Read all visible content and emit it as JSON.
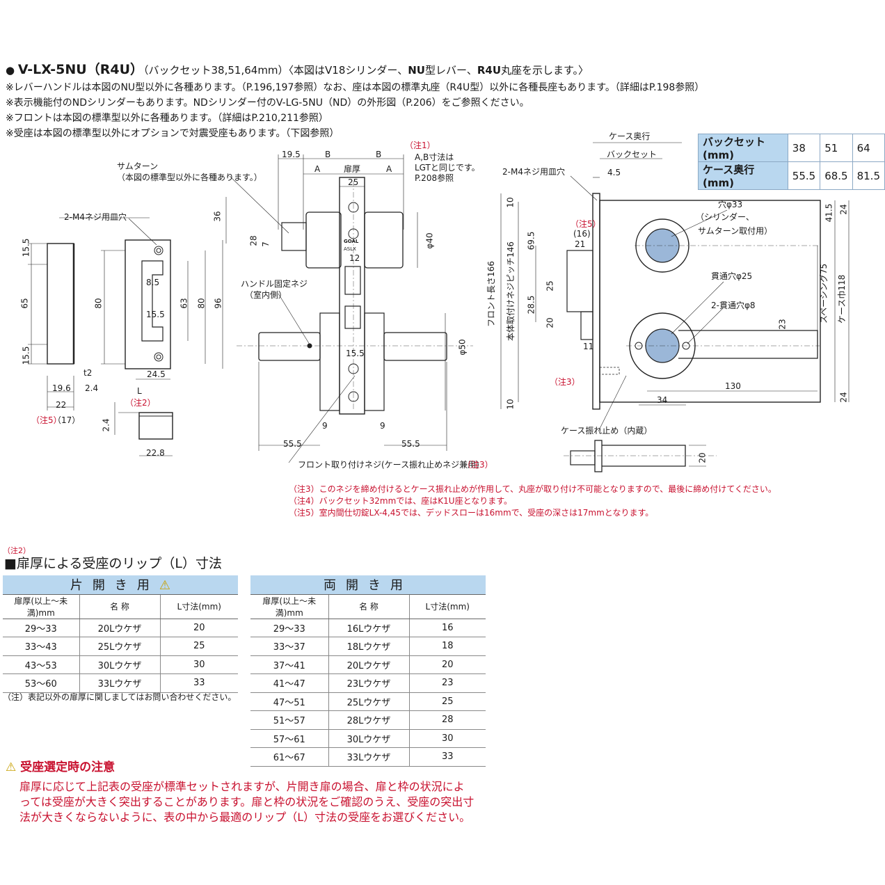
{
  "title": {
    "model": "V-LX-5NU（R4U）",
    "backset": "（バックセット38,51,64mm）",
    "desc_a": "〈本図はV18シリンダー、",
    "desc_nu": "NU",
    "desc_b": "型レバー、",
    "desc_r4u": "R4U",
    "desc_c": "丸座を示します。〉"
  },
  "notes": [
    "※レバーハンドルは本図のNU型以外に各種あります。（P.196,197参照）なお、座は本図の標準丸座（R4U型）以外に各種長座もあります。（詳細はP.198参照）",
    "※表示機能付のNDシリンダーもあります。NDシリンダー付のV-LG-5NU（ND）の外形図（P.206）をご参照ください。",
    "※フロントは本図の標準型以外に各種あります。（詳細はP.210,211参照）",
    "※受座は本図の標準型以外にオプションで対震受座もあります。（下図参照）"
  ],
  "backset_table": {
    "row1_label": "バックセット(mm)",
    "row1": [
      "38",
      "51",
      "64"
    ],
    "row2_label": "ケース奥行(mm)",
    "row2": [
      "55.5",
      "68.5",
      "81.5"
    ]
  },
  "labels": {
    "thumbturn": "サムターン",
    "thumbturn_sub": "（本図の標準型以外に各種あります。）",
    "m4_left": "2-M4ネジ用皿穴",
    "m4_right": "2-M4ネジ用皿穴",
    "handle_screw": "ハンドル固定ネジ",
    "handle_screw_sub": "（室内側）",
    "note1_mark": "（注1）",
    "note1_a": "A,B寸法は",
    "note1_b": "LGTと同じです。",
    "note1_c": "P.208参照",
    "note2_mark": "（注2）",
    "note3_mark_a": "（注3）",
    "note5_mark_a": "（注5）",
    "note5_mark_b": "（注5）",
    "front_screw": "フロント取り付けネジ(ケース振れ止めネジ兼用)",
    "front_screw_note": "（注3）",
    "case_depth": "ケース奥行",
    "backset": "バックセット",
    "hole33": "穴φ33",
    "hole33_sub": "（シリンダー、",
    "hole33_sub2": "サムターン取付用）",
    "through25": "貫通穴φ25",
    "through8": "2-貫通穴φ8",
    "case_anti": "ケース振れ止め（内蔵）",
    "front_len": "フロント長さ166",
    "body_pitch": "本体取付けネジピッチ146",
    "spacing": "スペーシング75",
    "case_width": "ケース巾118",
    "logo_a": "GOAL",
    "logo_b": "ASLX"
  },
  "dims": {
    "d19_5": "19.5",
    "dB1": "B",
    "dB2": "B",
    "dA1": "A",
    "dA2": "A",
    "door": "扉厚",
    "d25": "25",
    "d36": "36",
    "d28": "28",
    "d7": "7",
    "d12": "12",
    "phi40": "φ40",
    "d15_5a": "15.5",
    "d65": "65",
    "d15_5b": "15.5",
    "d80a": "80",
    "d8_5": "8.5",
    "d15_5c": "15.5",
    "d63": "63",
    "d80b": "80",
    "d96": "96",
    "d24_5": "24.5",
    "dt2": "t2",
    "d19_6": "19.6",
    "d2_4a": "2.4",
    "d22": "22",
    "d17": "（17）",
    "dL": "L",
    "d2_4b": "2.4",
    "d22_8": "22.8",
    "d15_5d": "15.5",
    "phi50": "φ50",
    "d9a": "9",
    "d9b": "9",
    "d55_5a": "55.5",
    "d55_5b": "55.5",
    "d4_5": "4.5",
    "d10a": "10",
    "d69_5": "69.5",
    "d16": "(16)",
    "d21": "21",
    "d25b": "25",
    "d28_5": "28.5",
    "d20a": "20",
    "d11": "11",
    "d41_5": "41.5",
    "d24a": "24",
    "d23": "23",
    "d130": "130",
    "d34": "34",
    "d10b": "10",
    "d24b": "24",
    "d20b": "20"
  },
  "footnotes": [
    "（注3）このネジを締め付けるとケース振れ止めが作用して、丸座が取り付け不可能となりますので、最後に締め付けてください。",
    "（注4）バックセット32mmでは、座はK1U座となります。",
    "（注5）室内間仕切錠LX-4,45では、デッドスローは16mmで、受座の深さは17mmとなります。"
  ],
  "section": {
    "note_mark": "（注2）",
    "title": "■扉厚による受座のリップ（L）寸法"
  },
  "table_single": {
    "header": "片開き用",
    "cols": [
      "扉厚(以上〜未満)mm",
      "名 称",
      "L寸法(mm)"
    ],
    "rows": [
      [
        "29〜33",
        "20Lウケザ",
        "20"
      ],
      [
        "33〜43",
        "25Lウケザ",
        "25"
      ],
      [
        "43〜53",
        "30Lウケザ",
        "30"
      ],
      [
        "53〜60",
        "33Lウケザ",
        "33"
      ]
    ],
    "footnote": "（注）表記以外の扉厚に関しましてはお問い合わせください。"
  },
  "table_double": {
    "header": "両開き用",
    "cols": [
      "扉厚(以上〜未満)mm",
      "名 称",
      "L寸法(mm)"
    ],
    "rows": [
      [
        "29〜33",
        "16Lウケザ",
        "16"
      ],
      [
        "33〜37",
        "18Lウケザ",
        "18"
      ],
      [
        "37〜41",
        "20Lウケザ",
        "20"
      ],
      [
        "41〜47",
        "23Lウケザ",
        "23"
      ],
      [
        "47〜51",
        "25Lウケザ",
        "25"
      ],
      [
        "51〜57",
        "28Lウケザ",
        "28"
      ],
      [
        "57〜61",
        "30Lウケザ",
        "30"
      ],
      [
        "61〜67",
        "33Lウケザ",
        "33"
      ]
    ]
  },
  "caution": {
    "title": "受座選定時の注意",
    "lines": [
      "扉厚に応じて上記表の受座が標準セットされますが、片開き扉の場合、扉と枠の状況によ",
      "っては受座が大きく突出することがあります。扉と枠の状況をご確認のうえ、受座の突出寸",
      "法が大きくならないように、表の中から最適のリップ（L）寸法の受座をお選びください。"
    ]
  },
  "colors": {
    "accent_red": "#c8102e",
    "header_blue": "#b9d7ef",
    "figure_blue": "#9bb7d8"
  }
}
